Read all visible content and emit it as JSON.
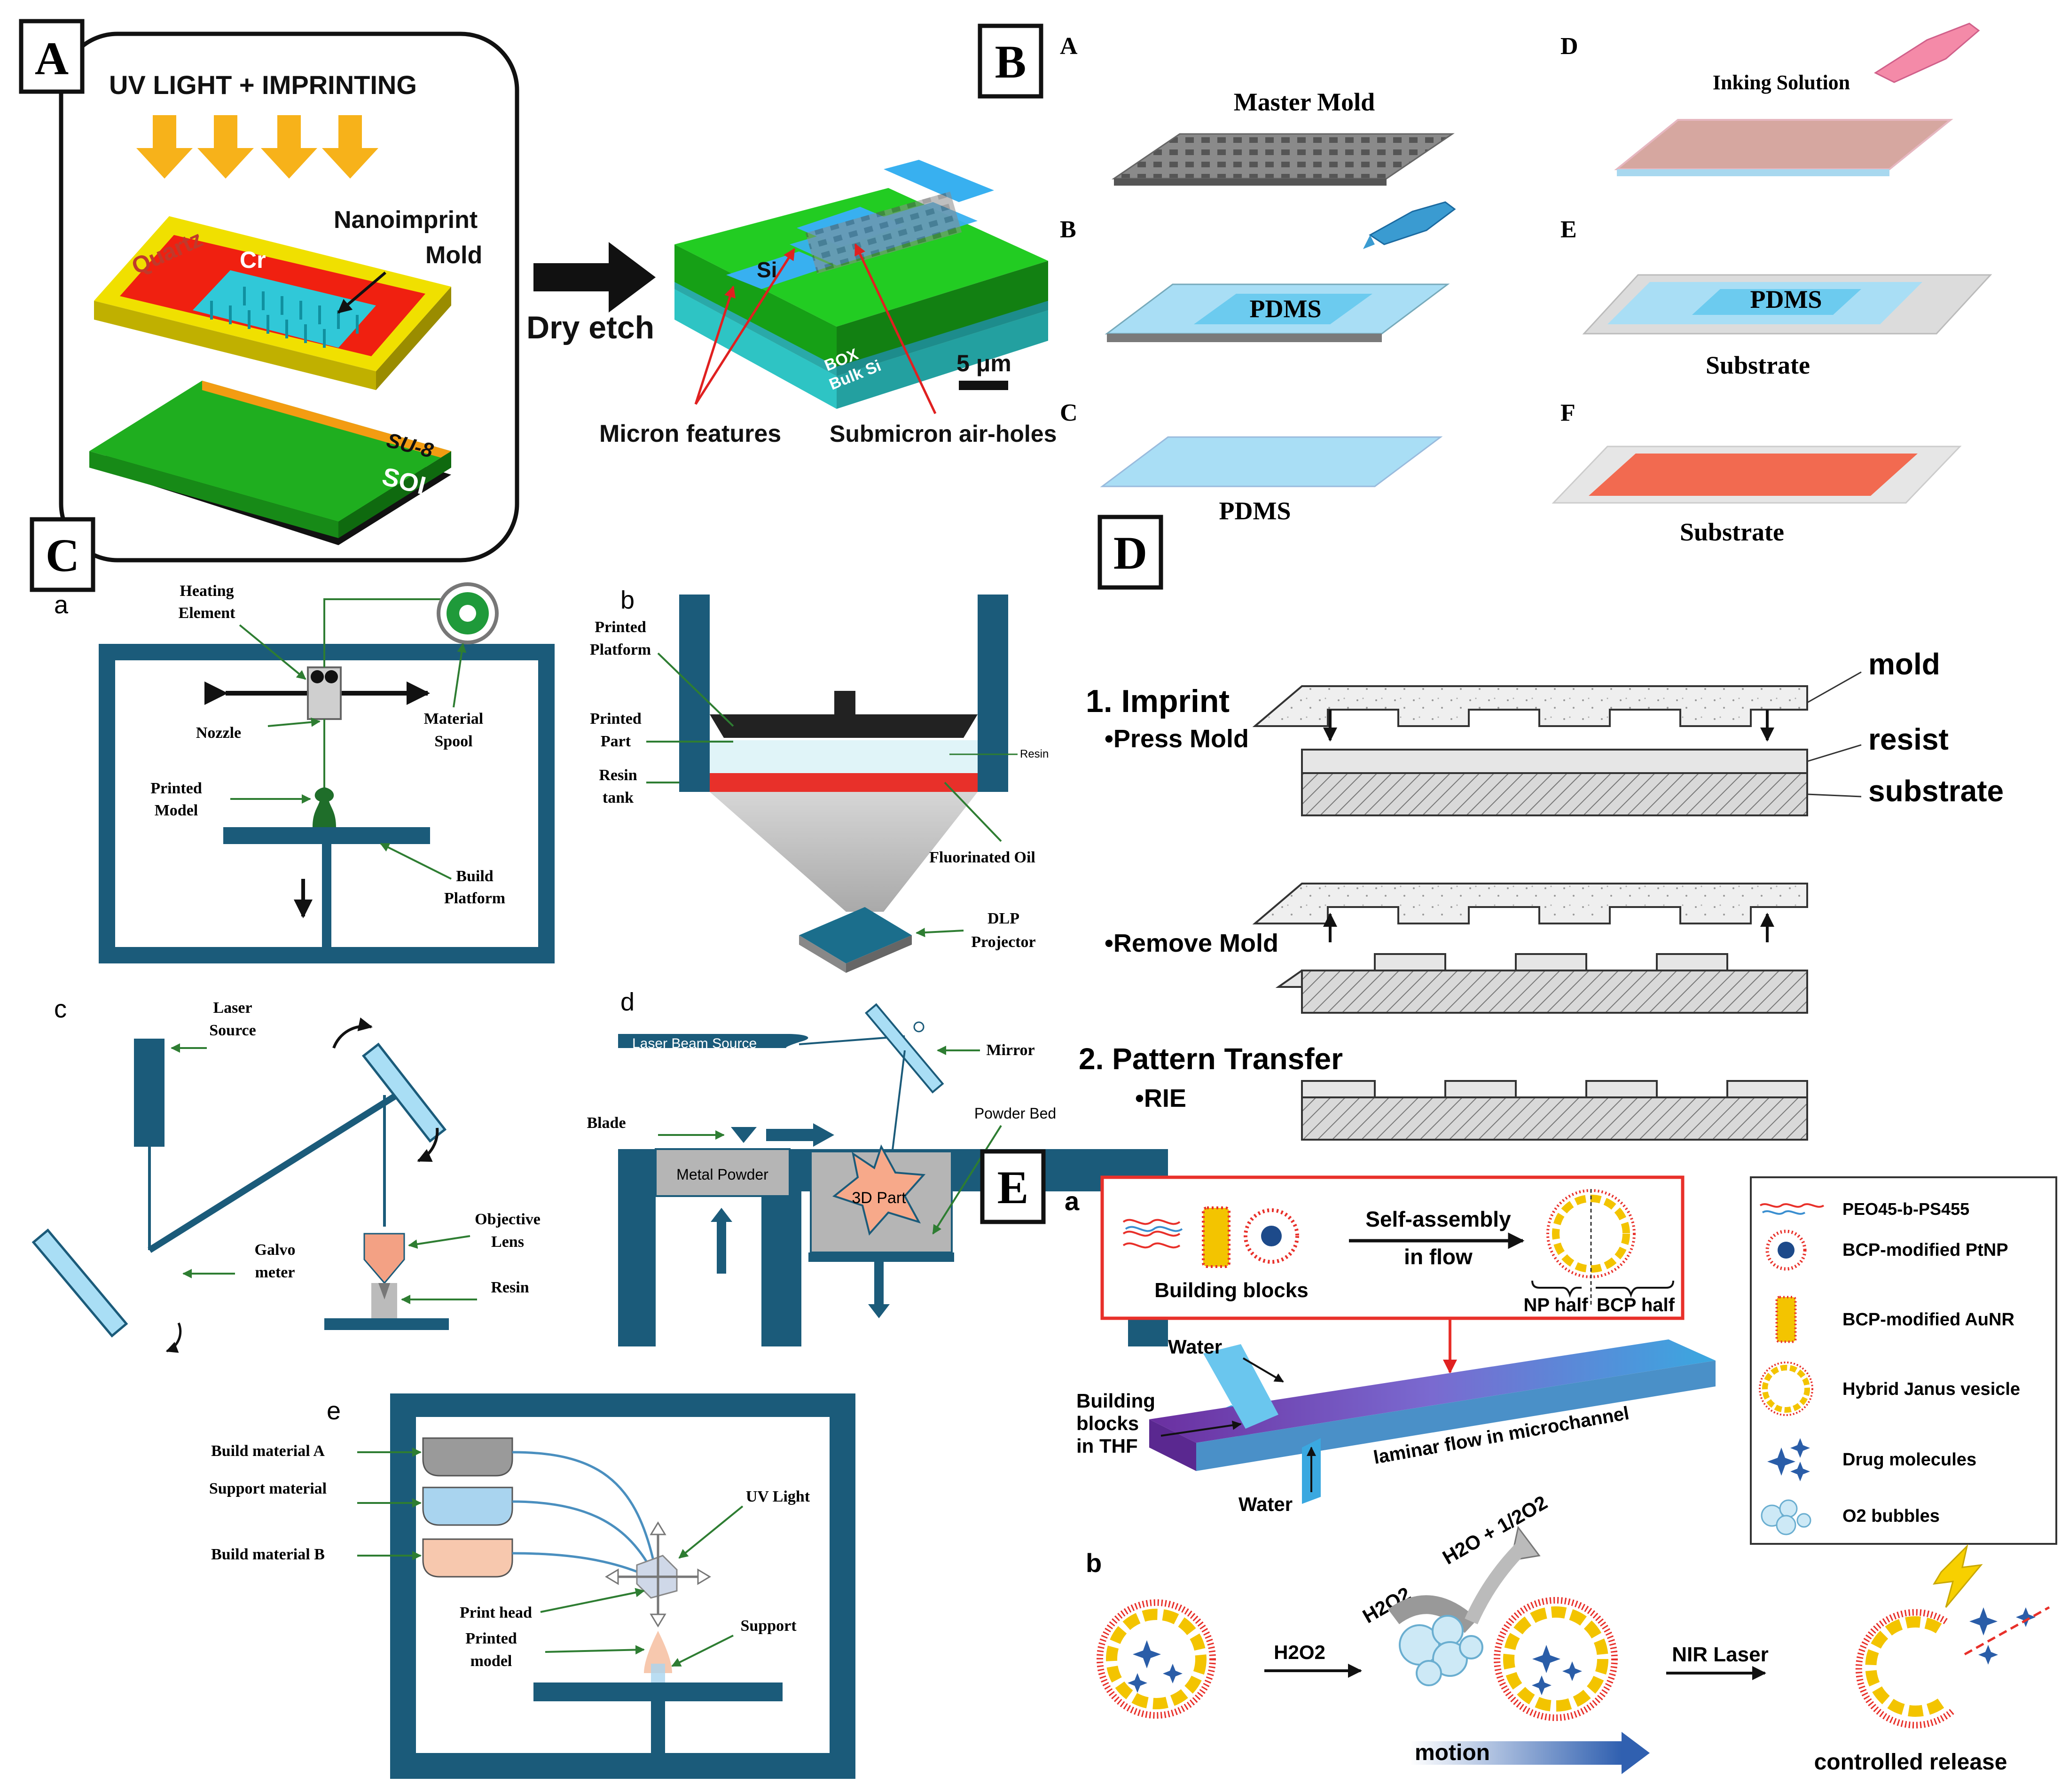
{
  "panelA": {
    "badge": "A",
    "heading": "UV LIGHT + IMPRINTING",
    "quartz": "Quartz",
    "cr": "Cr",
    "nanoimprint1": "Nanoimprint",
    "nanoimprint2": "Mold",
    "su8": "SU-8",
    "soi": "SOI",
    "dry_etch": "Dry etch",
    "si": "Si",
    "box": "BOX",
    "bulk_si": "Bulk Si",
    "scale": "5 μm",
    "micron": "Micron features",
    "submicron": "Submicron air-holes"
  },
  "panelB": {
    "badge": "B",
    "steps": {
      "A": "A",
      "B": "B",
      "C": "C",
      "D": "D",
      "E": "E",
      "F": "F"
    },
    "master_mold": "Master Mold",
    "pdms_b": "PDMS",
    "pdms_c": "PDMS",
    "inking": "Inking Solution",
    "pdms_e": "PDMS",
    "substrate_e": "Substrate",
    "substrate_f": "Substrate"
  },
  "panelC": {
    "badge": "C",
    "a": {
      "label": "a",
      "heating1": "Heating",
      "heating2": "Element",
      "nozzle": "Nozzle",
      "material1": "Material",
      "material2": "Spool",
      "printed1": "Printed",
      "printed2": "Model",
      "build1": "Build",
      "build2": "Platform"
    },
    "b": {
      "label": "b",
      "pp1": "Printed",
      "pp2": "Platform",
      "part1": "Printed",
      "part2": "Part",
      "tank1": "Resin",
      "tank2": "tank",
      "resin": "Resin",
      "oil": "Fluorinated Oil",
      "dlp1": "DLP",
      "dlp2": "Projector"
    },
    "c": {
      "label": "c",
      "laser1": "Laser",
      "laser2": "Source",
      "galvo1": "Galvo",
      "galvo2": "meter",
      "obj1": "Objective",
      "obj2": "Lens",
      "resin": "Resin"
    },
    "d": {
      "label": "d",
      "beam": "Laser Beam Source",
      "mirror": "Mirror",
      "blade": "Blade",
      "powder_bed": "Powder Bed",
      "metal": "Metal Powder",
      "part": "3D Part"
    },
    "e": {
      "label": "e",
      "matA": "Build material A",
      "support_mat": "Support material",
      "matB": "Build material B",
      "uv": "UV Light",
      "head": "Print head",
      "pm1": "Printed",
      "pm2": "model",
      "support": "Support"
    }
  },
  "panelD": {
    "badge": "D",
    "imprint": "1. Imprint",
    "press": "•Press Mold",
    "mold": "mold",
    "resist": "resist",
    "substrate": "substrate",
    "remove": "•Remove Mold",
    "transfer": "2. Pattern Transfer",
    "rie": "•RIE"
  },
  "panelE": {
    "badge": "E",
    "a": "a",
    "b": "b",
    "self1": "Self-assembly",
    "self2": "in flow",
    "blocks": "Building blocks",
    "np_half": "NP half",
    "bcp_half": "BCP half",
    "water_top": "Water",
    "water_bottom": "Water",
    "bb1": "Building",
    "bb2": "blocks",
    "bb3": "in THF",
    "laminar": "laminar flow in microchannel",
    "legend": {
      "peo": "PEO45-b-PS455",
      "ptnp": "BCP-modified PtNP",
      "aunr": "BCP-modified AuNR",
      "janus": "Hybrid Janus vesicle",
      "drug": "Drug molecules",
      "o2": "O2 bubbles"
    },
    "h2o2_arrow": "H2O2",
    "h2o2_top": "H2O2",
    "h2o_product": "H2O + 1/2O2",
    "nir": "NIR Laser",
    "motion": "motion",
    "release": "controlled release"
  },
  "colors": {
    "steel_blue": "#1b5b7a",
    "green": "#2e7d32",
    "pdms": "#8fd3ef",
    "quartz": "#f0e000",
    "cr": "#f02010",
    "soi": "#1fae1f",
    "panel_red": "#e8302a"
  }
}
